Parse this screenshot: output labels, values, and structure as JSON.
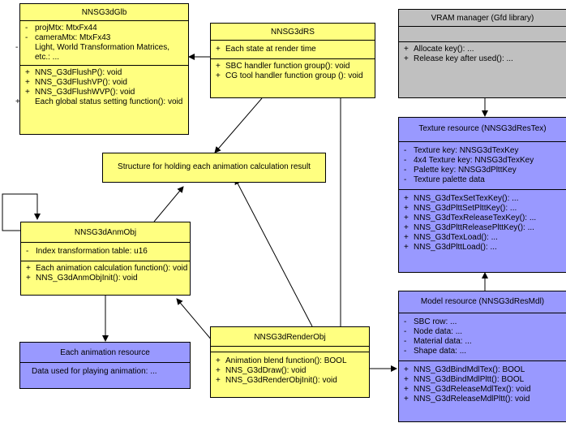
{
  "glb": {
    "title": "NNSG3dGlb",
    "attributes": [
      {
        "prefix": "-",
        "text": "projMtx: MtxFx44"
      },
      {
        "prefix": "-",
        "text": "cameraMtx: MtxFx43"
      },
      {
        "prefix": "-",
        "text": "Light, World Transformation Matrices, etc.: ..."
      }
    ],
    "methods": [
      {
        "prefix": "+",
        "text": "NNS_G3dFlushP(): void"
      },
      {
        "prefix": "+",
        "text": "NNS_G3dFlushVP(): void"
      },
      {
        "prefix": "+",
        "text": "NNS_G3dFlushWVP(): void"
      },
      {
        "prefix": "+",
        "text": "Each global status setting function(): void"
      }
    ]
  },
  "rs": {
    "title": "NNSG3dRS",
    "attributes": [
      {
        "prefix": "+",
        "text": "Each state at render time"
      }
    ],
    "methods": [
      {
        "prefix": "+",
        "text": "SBC handler function group(): void"
      },
      {
        "prefix": "+",
        "text": "CG tool handler function group (): void"
      }
    ]
  },
  "vram": {
    "title": "VRAM manager (Gfd library)",
    "attributes": [],
    "methods": [
      {
        "prefix": "+",
        "text": "Allocate key(): ..."
      },
      {
        "prefix": "+",
        "text": "Release key after used(): ..."
      }
    ]
  },
  "struct": {
    "title": "Structure for holding each animation calculation result"
  },
  "restex": {
    "title": "Texture resource (NNSG3dResTex)",
    "attributes": [
      {
        "prefix": "-",
        "text": "Texture key: NNSG3dTexKey"
      },
      {
        "prefix": "-",
        "text": "4x4 Texture key: NNSG3dTexKey"
      },
      {
        "prefix": "-",
        "text": "Palette key: NNSG3dPlttKey"
      },
      {
        "prefix": "-",
        "text": "Texture palette data"
      }
    ],
    "methods": [
      {
        "prefix": "+",
        "text": "NNS_G3dTexSetTexKey(): ..."
      },
      {
        "prefix": "+",
        "text": "NNS_G3dPlttSetPlttKey(): ..."
      },
      {
        "prefix": "+",
        "text": "NNS_G3dTexReleaseTexKey(): ..."
      },
      {
        "prefix": "+",
        "text": "NNS_G3dPlttReleasePlttKey(): ..."
      },
      {
        "prefix": "+",
        "text": "NNS_G3dTexLoad(): ..."
      },
      {
        "prefix": "+",
        "text": "NNS_G3dPlttLoad(): ..."
      }
    ]
  },
  "anmobj": {
    "title": "NNSG3dAnmObj",
    "attributes": [
      {
        "prefix": "-",
        "text": "Index transformation table: u16"
      }
    ],
    "methods": [
      {
        "prefix": "+",
        "text": "Each animation calculation function(): void"
      },
      {
        "prefix": "+",
        "text": "NNS_G3dAnmObjInit(): void"
      }
    ]
  },
  "resmdl": {
    "title": "Model resource (NNSG3dResMdl)",
    "attributes": [
      {
        "prefix": "-",
        "text": "SBC row: ..."
      },
      {
        "prefix": "-",
        "text": "Node data: ..."
      },
      {
        "prefix": "-",
        "text": "Material data: ..."
      },
      {
        "prefix": "-",
        "text": "Shape data: ..."
      }
    ],
    "methods": [
      {
        "prefix": "+",
        "text": "NNS_G3dBindMdlTex(): BOOL"
      },
      {
        "prefix": "+",
        "text": "NNS_G3dBindMdlPltt(): BOOL"
      },
      {
        "prefix": "+",
        "text": "NNS_G3dReleaseMdlTex(): void"
      },
      {
        "prefix": "+",
        "text": "NNS_G3dReleaseMdlPltt(): void"
      }
    ]
  },
  "anmres": {
    "title": "Each animation resource",
    "attributes": [
      {
        "prefix": "",
        "text": "Data used for playing animation: ..."
      }
    ],
    "methods": []
  },
  "renderobj": {
    "title": "NNSG3dRenderObj",
    "attributes": [],
    "methods": [
      {
        "prefix": "+",
        "text": "Animation blend function(): BOOL"
      },
      {
        "prefix": "+",
        "text": "NNS_G3dDraw(): void"
      },
      {
        "prefix": "+",
        "text": "NNS_G3dRenderObjInit(): void"
      }
    ]
  },
  "colors": {
    "yellow": "#ffff80",
    "blue": "#9999ff",
    "gray": "#c0c0c0"
  }
}
